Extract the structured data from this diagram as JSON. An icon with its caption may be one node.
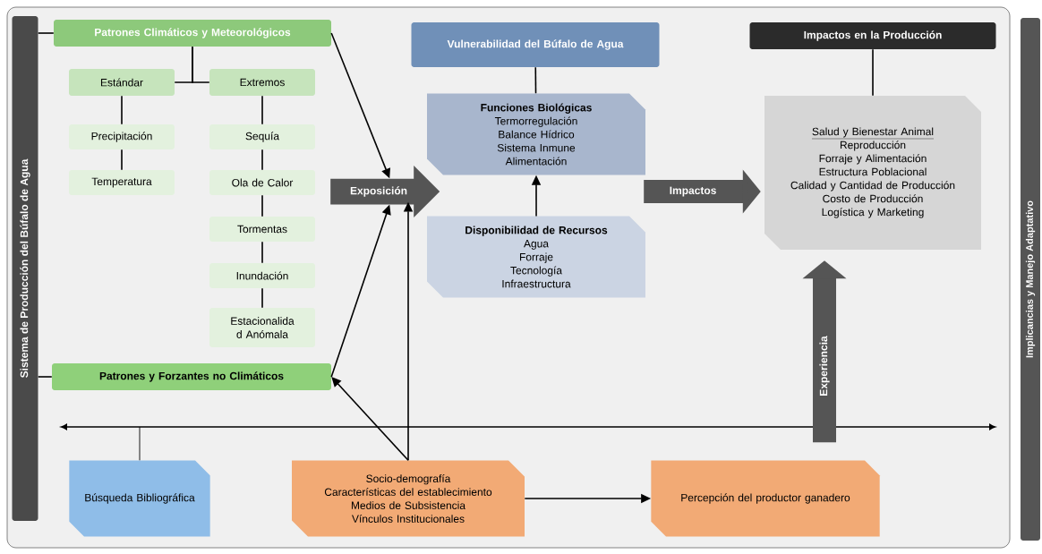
{
  "diagram": {
    "nodes": [
      {
        "text": [
          "Sistema de Producción del Búfalo de Agua"
        ]
      },
      {
        "text": [
          "Patrones Climáticos y Meteorológicos"
        ]
      },
      {
        "text": [
          "Estándar"
        ]
      },
      {
        "text": [
          "Extremos"
        ]
      },
      {
        "text": [
          "Precipitación"
        ]
      },
      {
        "text": [
          "Temperatura"
        ]
      },
      {
        "text": [
          "Sequía"
        ]
      },
      {
        "text": [
          "Ola de Calor"
        ]
      },
      {
        "text": [
          "Tormentas"
        ]
      },
      {
        "text": [
          "Inundación"
        ]
      },
      {
        "text": [
          "Estacionalida d Anómala"
        ]
      },
      {
        "text": [
          "Patrones y Forzantes no Climáticos"
        ]
      },
      {
        "text": [
          "Exposición"
        ]
      },
      {
        "text": [
          "Vulnerabilidad del Búfalo de Agua"
        ]
      },
      {
        "text": [
          "Funciones Biológicas",
          "Termorregulación",
          "Balance Hídrico",
          "Sistema Inmune",
          "Alimentación"
        ]
      },
      {
        "text": [
          "Disponibilidad de Recursos",
          "Agua",
          "Forraje",
          "Tecnología",
          "Infraestructura"
        ]
      },
      {
        "text": [
          "Impactos en la Producción"
        ]
      },
      {
        "text": [
          "Salud y Bienestar Animal",
          "Reproducción",
          "Forraje y Alimentación",
          "Estructura Poblacional",
          "Calidad y Cantidad de Producción",
          "Costo de Producción",
          "Logística y Marketing"
        ]
      },
      {
        "text": [
          "Implicancias y Manejo Adaptativo"
        ]
      },
      {
        "text": [
          "Búsqueda Bibliográfica"
        ]
      },
      {
        "text": [
          "Socio-demografía",
          "Características del establecimiento",
          "Medios de Subsistencia",
          "Vínculos Institucionales"
        ]
      },
      {
        "text": [
          "Percepción del productor ganadero"
        ]
      }
    ],
    "edges": [
      {
        "from": 0,
        "to": 1,
        "arrow": "none"
      },
      {
        "from": 0,
        "to": 11,
        "arrow": "none"
      },
      {
        "from": 1,
        "to": 2,
        "arrow": "none"
      },
      {
        "from": 1,
        "to": 3,
        "arrow": "none"
      },
      {
        "from": 2,
        "to": 4,
        "arrow": "none"
      },
      {
        "from": 4,
        "to": 5,
        "arrow": "none"
      },
      {
        "from": 3,
        "to": 6,
        "arrow": "none"
      },
      {
        "from": 6,
        "to": 7,
        "arrow": "none"
      },
      {
        "from": 7,
        "to": 8,
        "arrow": "none"
      },
      {
        "from": 8,
        "to": 9,
        "arrow": "none"
      },
      {
        "from": 9,
        "to": 10,
        "arrow": "none"
      },
      {
        "from": 1,
        "to": 12,
        "arrow": "to"
      },
      {
        "from": 11,
        "to": 12,
        "arrow": "to"
      },
      {
        "from": 20,
        "to": 12,
        "arrow": "to"
      },
      {
        "from": 20,
        "to": 11,
        "arrow": "to"
      },
      {
        "from": 13,
        "to": 14,
        "arrow": "none"
      },
      {
        "from": 15,
        "to": 14,
        "arrow": "to"
      },
      {
        "from": 14,
        "to": 17,
        "arrow": "to",
        "label": "Impactos",
        "style": "thick",
        "color": "#555555"
      },
      {
        "from": 16,
        "to": 17,
        "arrow": "none"
      },
      {
        "from": 21,
        "to": 17,
        "arrow": "to",
        "label": "Experiencia",
        "style": "thick",
        "color": "#555555"
      },
      {
        "from": 20,
        "to": 21,
        "arrow": "to"
      }
    ]
  }
}
